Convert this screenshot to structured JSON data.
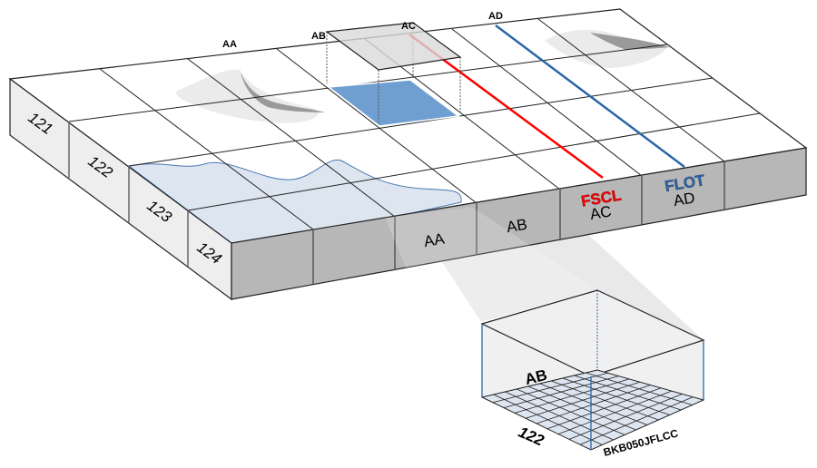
{
  "diagram": {
    "title": "Grid cell detail",
    "row_labels": [
      "121",
      "122",
      "123",
      "124"
    ],
    "top_column_labels": [
      "AA",
      "AB",
      "AC",
      "AD"
    ],
    "front_column_labels": [
      "",
      "",
      "AA",
      "AB",
      "AC",
      "AD",
      ""
    ],
    "front_annotations": {
      "fscl": "FSCL",
      "flot": "FLOT"
    },
    "detail_box": {
      "column_label": "AB",
      "row_label": "122",
      "cell_id": "BKB050JFLCC"
    },
    "colors": {
      "fscl": "#ff0000",
      "flot": "#2e65a6",
      "selected_cell": "#6f9fd0",
      "water": "#dde6f0",
      "side_face": "#eeeeee",
      "front_face": "#b7b7b7",
      "shadow": "#e6e6e6"
    }
  }
}
